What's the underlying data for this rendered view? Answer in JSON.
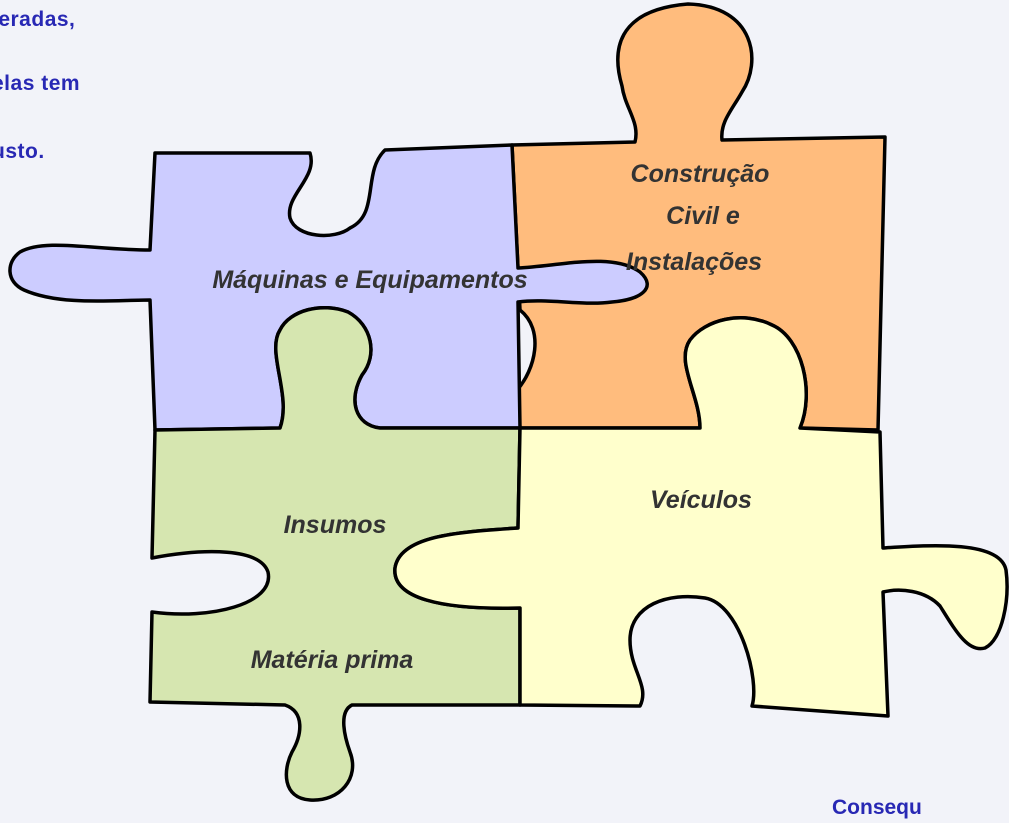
{
  "side_text": {
    "line1": "leradas,",
    "line2": "elas tem",
    "line3": "usto."
  },
  "pieces": {
    "maquinas": "Máquinas e Equipamentos",
    "construcao": [
      "Construção",
      "Civil e",
      "Instalações"
    ],
    "insumos": "Insumos",
    "materia": "Matéria prima",
    "veiculos": "Veículos"
  },
  "corner_text": "Consequ",
  "colors": {
    "maquinas": "#ccccff",
    "construcao": "#ffbc7d",
    "insumos": "#d6e6b0",
    "veiculos": "#ffffcc",
    "text": "#2828b4"
  }
}
